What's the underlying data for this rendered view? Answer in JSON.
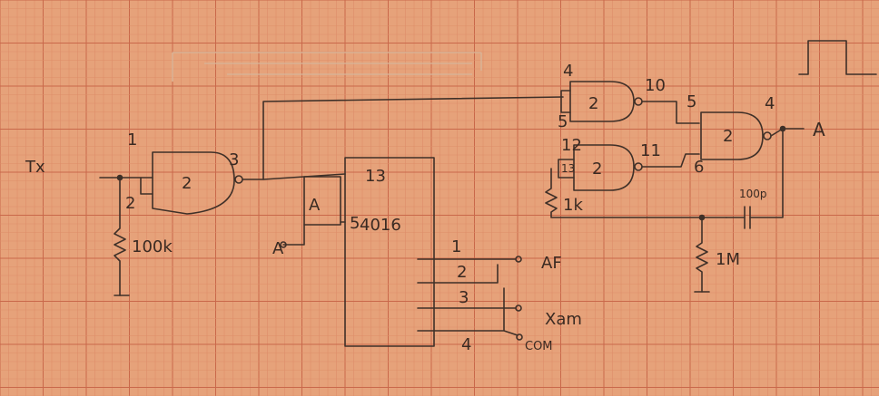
{
  "colors": {
    "paper": "#e6a27a",
    "grid_minor": "#de8d69",
    "grid_major": "#c9684a",
    "ink": "#3f3028",
    "faint": "#d7b59a"
  },
  "labels": {
    "tx": "Tx",
    "pin1": "1",
    "pin2": "2",
    "pin3": "3",
    "pin4a": "4",
    "pin5a": "5",
    "pin10": "10",
    "pin12": "12",
    "pin13a": "13",
    "pin11": "11",
    "pin6": "6",
    "pin4b": "4",
    "pin5b": "5",
    "pin13b": "13",
    "gate_mark": "2",
    "r_100k": "100k",
    "r_1k": "1k",
    "r_1m": "1M",
    "cap": "100p",
    "chip_4016": "4016",
    "box_a": "A",
    "input_a": "A",
    "output_a": "A",
    "sw1": "1",
    "sw2": "2",
    "sw3": "3",
    "sw4": "4",
    "out_af": "AF",
    "out_xam": "Xam",
    "out_com": "COM"
  }
}
